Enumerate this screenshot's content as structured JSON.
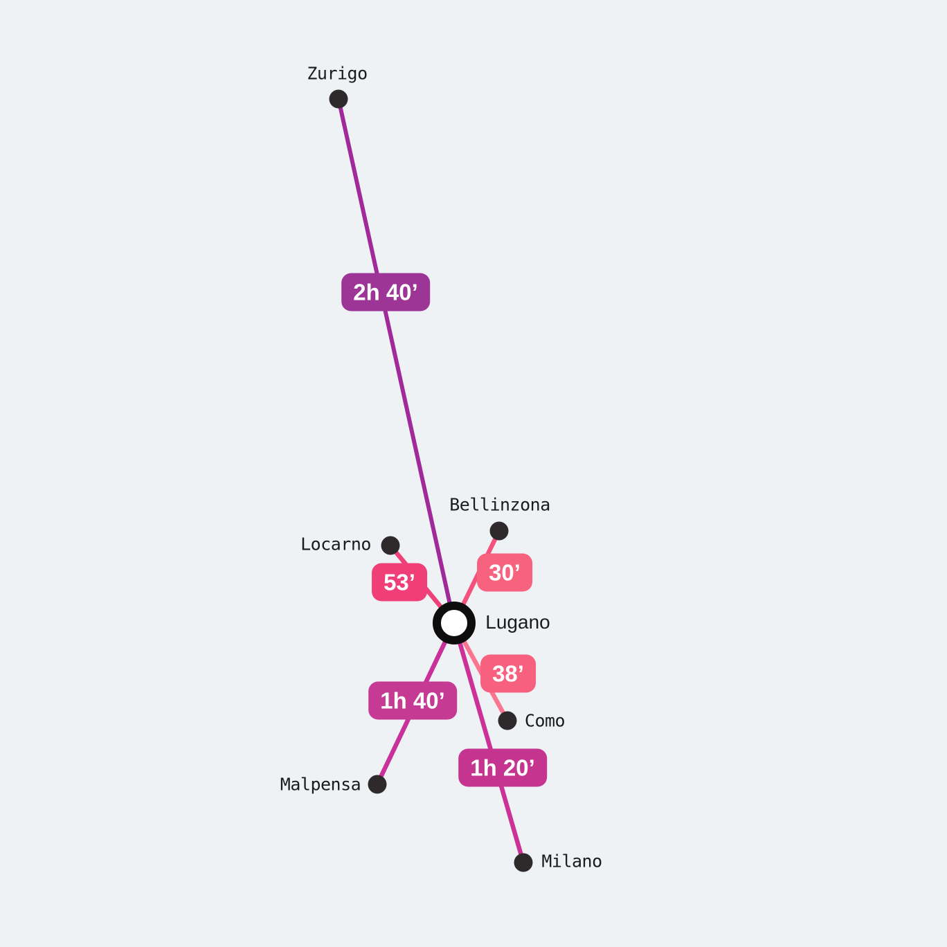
{
  "diagram": {
    "type": "hub-and-spoke travel-time map",
    "hub": {
      "label": "Lugano"
    },
    "connections": {
      "zurigo": {
        "city": "Zurigo",
        "duration": "2h 40’",
        "badge_color": "#9c3596",
        "line_color": "#a12a9b"
      },
      "bellinzona": {
        "city": "Bellinzona",
        "duration": "30’",
        "badge_color": "#f7627f",
        "line_color": "#f4517d"
      },
      "locarno": {
        "city": "Locarno",
        "duration": "53’",
        "badge_color": "#ef3e78",
        "line_color": "#ef4078"
      },
      "como": {
        "city": "Como",
        "duration": "38’",
        "badge_color": "#f7607f",
        "line_color": "#fb7590"
      },
      "malpensa": {
        "city": "Malpensa",
        "duration": "1h 40’",
        "badge_color": "#c53b94",
        "line_color": "#c9309a"
      },
      "milano": {
        "city": "Milano",
        "duration": "1h 20’",
        "badge_color": "#c5348f",
        "line_color": "#cb3197"
      }
    },
    "colors": {
      "background": "#eef2f5",
      "city_node": "#2e2a2b",
      "hub_ring": "#0d0d0d",
      "hub_fill": "#ffffff",
      "label_text": "#1b1b1b",
      "badge_text": "#ffffff"
    }
  }
}
